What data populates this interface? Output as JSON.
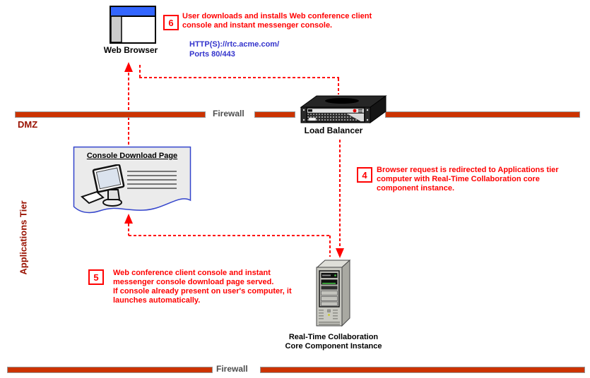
{
  "zones": {
    "dmz": "DMZ",
    "applications_tier": "Applications Tier"
  },
  "firewalls": {
    "top": "Firewall",
    "bottom": "Firewall"
  },
  "nodes": {
    "web_browser": {
      "label": "Web Browser",
      "icon": "browser-window-icon"
    },
    "load_balancer": {
      "label": "Load Balancer",
      "icon": "load-balancer-icon"
    },
    "console_page": {
      "title": "Console Download Page",
      "icon": "document-wave-icon"
    },
    "rtc_server": {
      "label": "Real-Time Collaboration\nCore Component Instance",
      "icon": "server-tower-icon"
    }
  },
  "connection": {
    "url": "HTTP(S)://rtc.acme.com/",
    "ports": "Ports 80/443"
  },
  "steps": {
    "s6": {
      "number": "6",
      "text": "User downloads and installs Web conference client\nconsole and instant messenger console."
    },
    "s4": {
      "number": "4",
      "text": "Browser request is redirected to Applications tier\ncomputer with Real-Time Collaboration core\ncomponent instance."
    },
    "s5": {
      "number": "5",
      "text": "Web conference client console and instant\nmessenger console download page served.\nIf console already present on user's computer, it\nlaunches automatically."
    }
  },
  "colors": {
    "arrow_step_red": "#FF0000",
    "zone_label_red": "#991100",
    "firewall_bar": "#CC3300",
    "firewall_label_gray": "#4D4D4D",
    "url_blue": "#3333CC",
    "browser_titlebar_blue": "#3366FF",
    "page_border_blue": "#3344CC"
  }
}
